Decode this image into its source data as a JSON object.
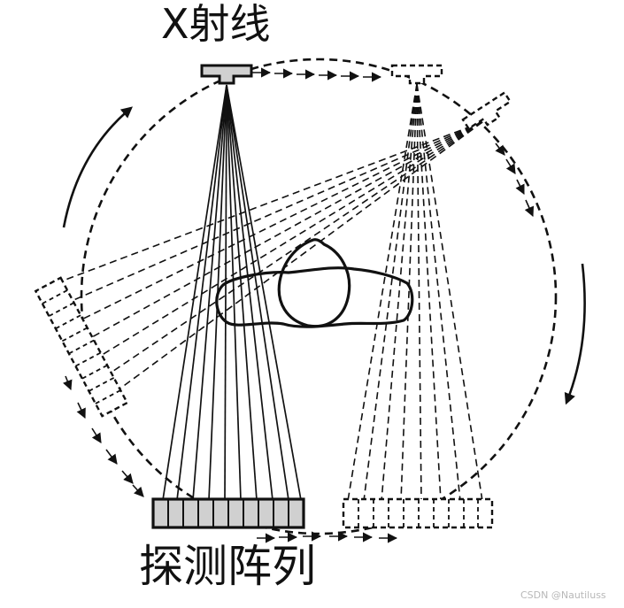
{
  "labels": {
    "xray": "X射线",
    "detector": "探测阵列"
  },
  "watermark": "CSDN @Nautiluss",
  "colors": {
    "stroke": "#111111",
    "detector_fill": "#d0d0d0",
    "watermark": "#b8b8b8"
  }
}
